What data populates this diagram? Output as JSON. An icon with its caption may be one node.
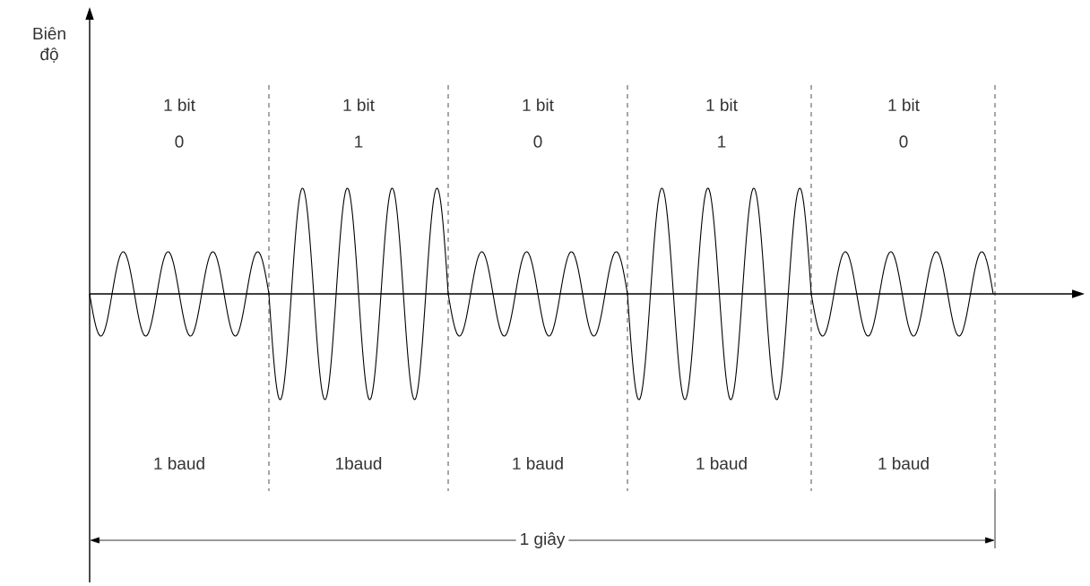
{
  "diagram": {
    "labels": [
      "Biên độ",
      "1 bit",
      "1 bit",
      "1 bit",
      "1 bit",
      "1 bit",
      "0",
      "1",
      "0",
      "1",
      "0",
      "1 baud",
      "1baud",
      "1 baud",
      "1 baud",
      "1 baud",
      "1 giây"
    ]
  }
}
